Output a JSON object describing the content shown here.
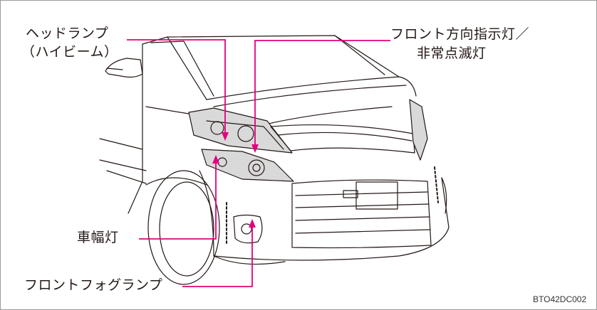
{
  "callouts": {
    "headlamp_line1": "ヘッドランプ",
    "headlamp_line2": "（ハイビーム）",
    "turn_signal_line1": "フロント方向指示灯／",
    "turn_signal_line2": "非常点滅灯",
    "side_marker": "車幅灯",
    "fog_lamp": "フロントフォグランプ"
  },
  "figure_code": "BTO42DC002",
  "colors": {
    "leader_line": "#e4007f",
    "outline": "#231815",
    "lamp_tint": "#d9d9d9",
    "frame": "#9a9a9a"
  }
}
